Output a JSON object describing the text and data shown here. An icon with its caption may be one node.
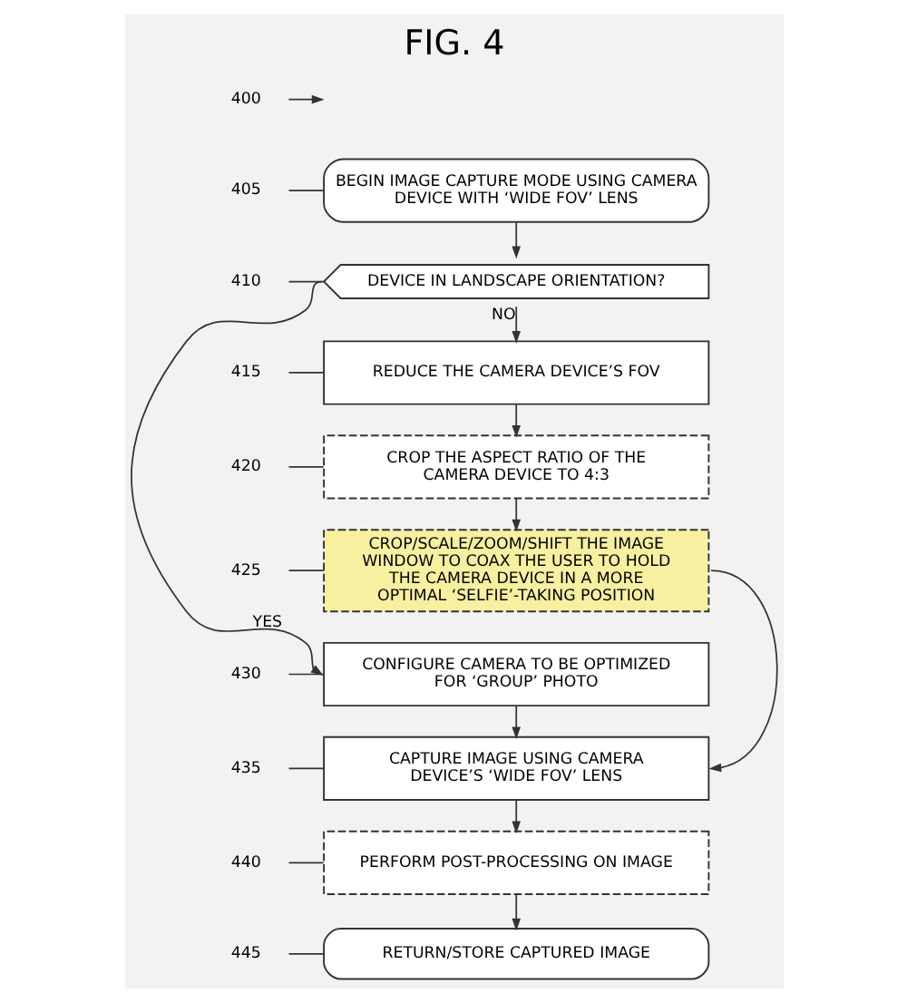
{
  "diagram": {
    "title": "FIG. 4",
    "nodes": [
      {
        "text": [
          "400"
        ]
      },
      {
        "text": [
          "405"
        ]
      },
      {
        "text": [
          "BEGIN IMAGE CAPTURE MODE USING CAMERA DEVICE WITH ‘WIDE FOV’ LENS"
        ]
      },
      {
        "text": [
          "410"
        ]
      },
      {
        "text": [
          "DEVICE IN LANDSCAPE ORIENTATION?"
        ]
      },
      {
        "text": [
          "415"
        ]
      },
      {
        "text": [
          "REDUCE THE CAMERA DEVICE’S FOV"
        ]
      },
      {
        "text": [
          "420"
        ]
      },
      {
        "text": [
          "CROP THE ASPECT RATIO OF THE CAMERA DEVICE TO 4:3"
        ]
      },
      {
        "text": [
          "425"
        ]
      },
      {
        "text": [
          "CROP/SCALE/ZOOM/SHIFT THE IMAGE WINDOW TO COAX THE USER TO HOLD THE CAMERA DEVICE IN A MORE OPTIMAL ‘SELFIE’-TAKING POSITION"
        ]
      },
      {
        "text": [
          "430"
        ]
      },
      {
        "text": [
          "CONFIGURE CAMERA TO BE OPTIMIZED FOR ‘GROUP’ PHOTO"
        ]
      },
      {
        "text": [
          "435"
        ]
      },
      {
        "text": [
          "CAPTURE IMAGE USING CAMERA DEVICE’S ‘WIDE FOV’ LENS"
        ]
      },
      {
        "text": [
          "440"
        ]
      },
      {
        "text": [
          "PERFORM POST-PROCESSING ON IMAGE"
        ]
      },
      {
        "text": [
          "445"
        ]
      },
      {
        "text": [
          "RETURN/STORE CAPTURED IMAGE"
        ]
      }
    ],
    "edges": [
      {
        "from": 0,
        "to": null,
        "arrow": "to"
      },
      {
        "from": 1,
        "to": 2,
        "arrow": "none"
      },
      {
        "from": 2,
        "to": 4,
        "arrow": "to"
      },
      {
        "from": 3,
        "to": 4,
        "arrow": "none"
      },
      {
        "from": 4,
        "to": 6,
        "arrow": "to",
        "label": "NO"
      },
      {
        "from": 4,
        "to": 12,
        "arrow": "to",
        "label": "YES"
      },
      {
        "from": 5,
        "to": 6,
        "arrow": "none"
      },
      {
        "from": 6,
        "to": 8,
        "arrow": "to"
      },
      {
        "from": 7,
        "to": 8,
        "arrow": "none"
      },
      {
        "from": 8,
        "to": 10,
        "arrow": "to"
      },
      {
        "from": 9,
        "to": 10,
        "arrow": "none"
      },
      {
        "from": 10,
        "to": 14,
        "arrow": "to"
      },
      {
        "from": 11,
        "to": 12,
        "arrow": "none"
      },
      {
        "from": 12,
        "to": 14,
        "arrow": "to"
      },
      {
        "from": 13,
        "to": 14,
        "arrow": "none"
      },
      {
        "from": 14,
        "to": 16,
        "arrow": "to"
      },
      {
        "from": 15,
        "to": 16,
        "arrow": "none"
      },
      {
        "from": 16,
        "to": 18,
        "arrow": "to"
      },
      {
        "from": 17,
        "to": 18,
        "arrow": "none"
      }
    ]
  }
}
